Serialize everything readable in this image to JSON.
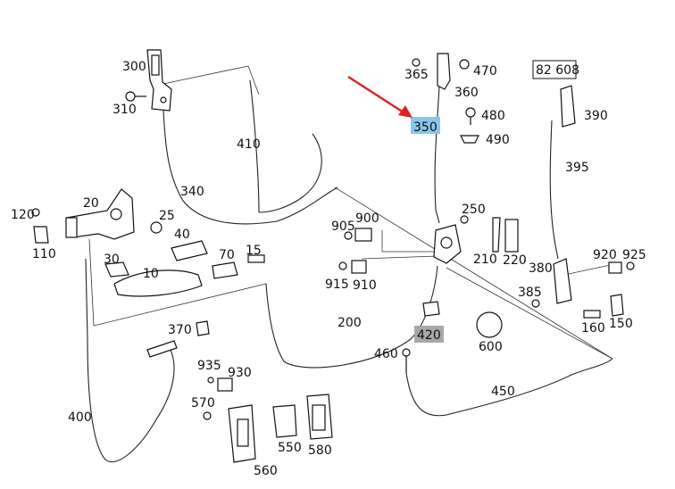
{
  "diagram": {
    "ref_code": "82 608",
    "colors": {
      "highlight_blue": "#8ac6e8",
      "highlight_gray": "#a8a8a8",
      "arrow": "#e02020"
    },
    "labels": {
      "p10": "10",
      "p15": "15",
      "p20": "20",
      "p25": "25",
      "p30": "30",
      "p40": "40",
      "p70": "70",
      "p110": "110",
      "p120": "120",
      "p150": "150",
      "p160": "160",
      "p200": "200",
      "p210": "210",
      "p220": "220",
      "p250": "250",
      "p300": "300",
      "p310": "310",
      "p340": "340",
      "p350": "350",
      "p360": "360",
      "p365": "365",
      "p370": "370",
      "p380": "380",
      "p385": "385",
      "p390": "390",
      "p395": "395",
      "p400": "400",
      "p410": "410",
      "p420": "420",
      "p450": "450",
      "p460": "460",
      "p470": "470",
      "p480": "480",
      "p490": "490",
      "p550": "550",
      "p560": "560",
      "p570": "570",
      "p580": "580",
      "p600": "600",
      "p900": "900",
      "p905": "905",
      "p910": "910",
      "p915": "915",
      "p920": "920",
      "p925": "925",
      "p930": "930",
      "p935": "935"
    }
  }
}
